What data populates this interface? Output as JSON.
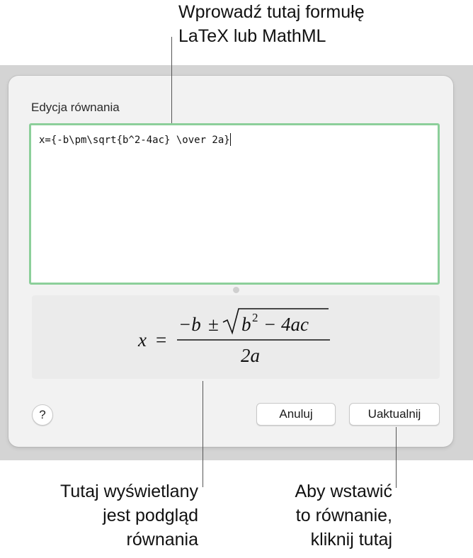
{
  "callouts": {
    "input_line1": "Wprowadź tutaj formułę",
    "input_line2": "LaTeX lub MathML",
    "preview_line1": "Tutaj wyświetlany",
    "preview_line2": "jest podgląd",
    "preview_line3": "równania",
    "update_line1": "Aby wstawić",
    "update_line2": "to równanie,",
    "update_line3": "kliknij tutaj"
  },
  "dialog": {
    "title": "Edycja równania",
    "editor_value": "x={-b\\pm\\sqrt{b^2-4ac} \\over 2a}",
    "preview": {
      "lhs": "x",
      "equals": "=",
      "neg_b": "−b",
      "pm": "±",
      "sqrt_base": "b",
      "sqrt_exp": "2",
      "sqrt_rest": "− 4ac",
      "denominator": "2a"
    },
    "help_label": "?",
    "cancel_label": "Anuluj",
    "update_label": "Uaktualnij"
  }
}
